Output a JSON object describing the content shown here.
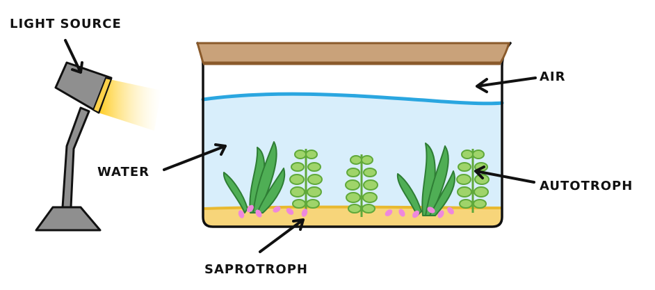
{
  "labels": {
    "light_source": "LIGHT SOURCE",
    "air": "AIR",
    "water": "WATER",
    "autotroph": "AUTOTROPH",
    "saprotroph": "SAPROTROPH"
  },
  "colors": {
    "outline": "#111111",
    "lid": "#c9a27a",
    "lid_edge": "#8a5a2b",
    "water": "#d8eefb",
    "water_surface": "#2aa6e0",
    "sand": "#f7d57a",
    "sand_edge": "#e8b930",
    "lamp": "#8f8f8f",
    "light": "#ffcc33",
    "plant_dark": "#4fae55",
    "plant_light": "#9fd46a",
    "saprotroph": "#ee88dd"
  }
}
